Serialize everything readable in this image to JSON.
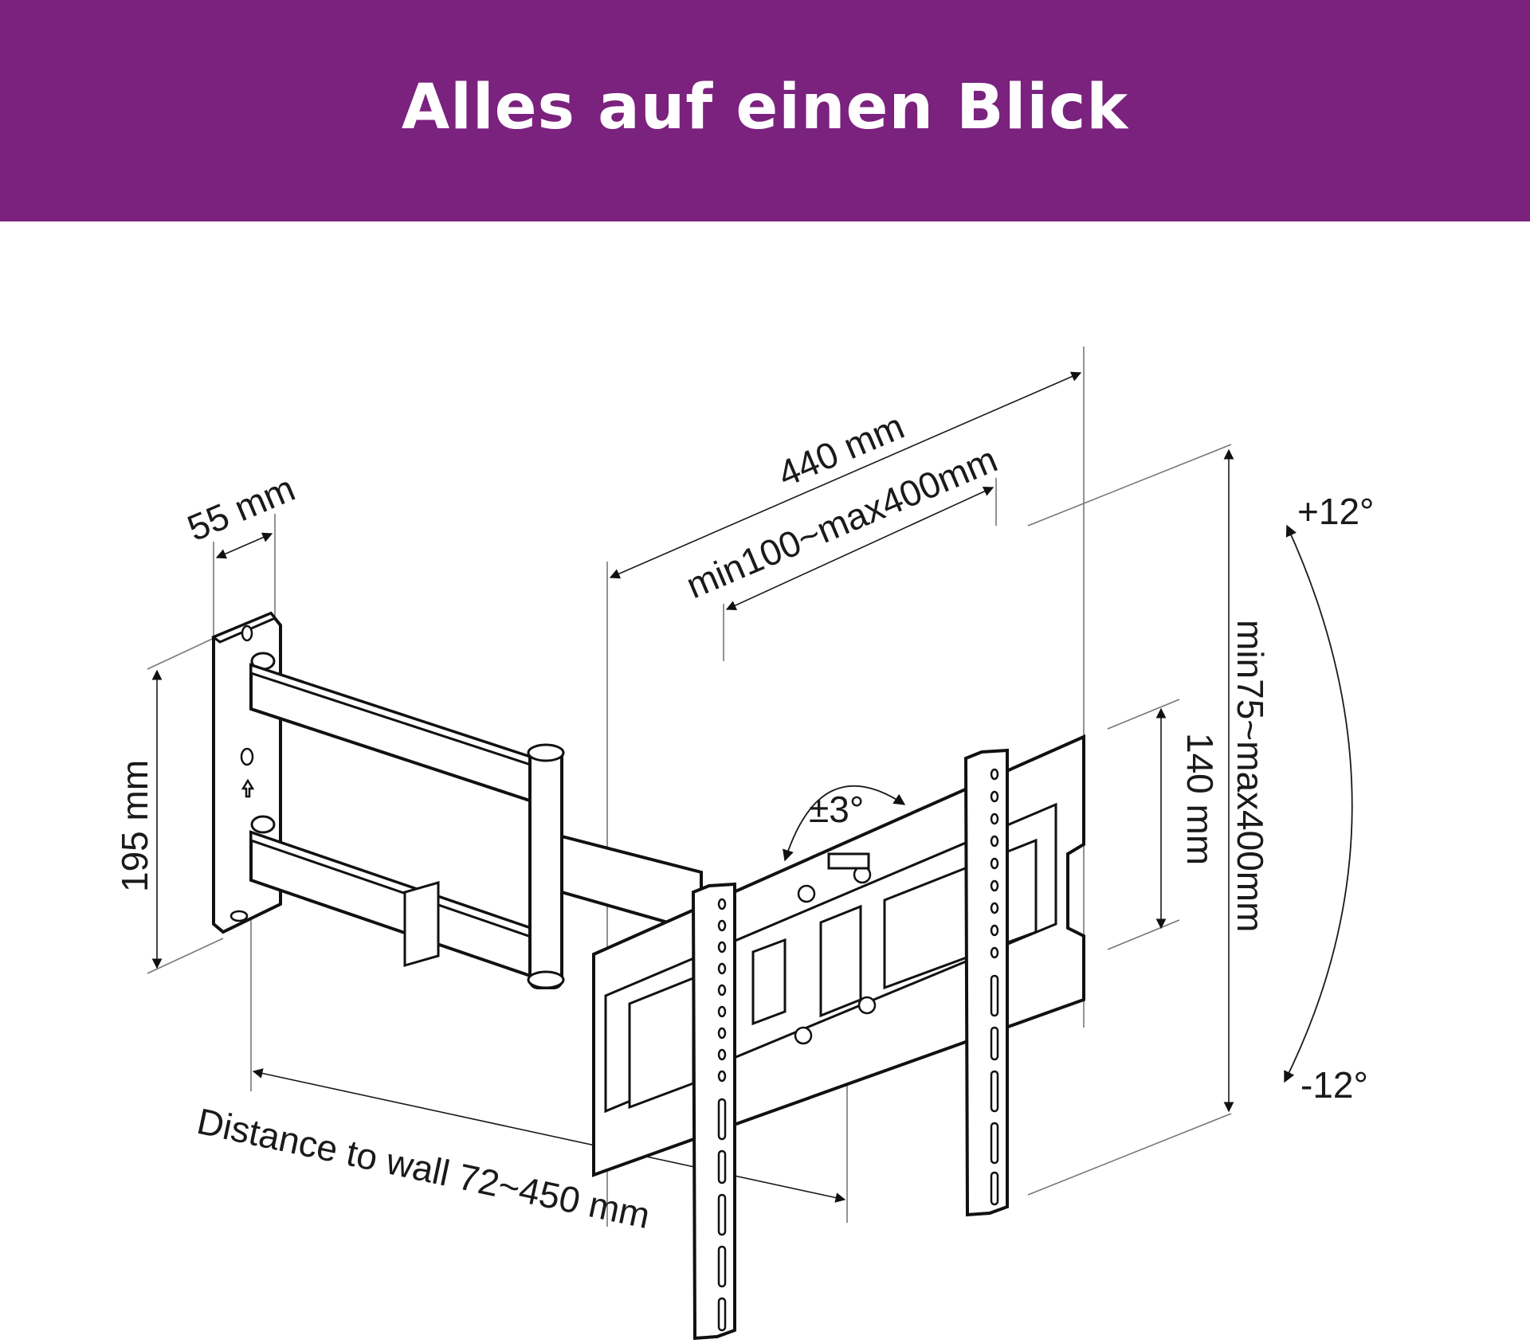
{
  "header": {
    "title": "Alles auf einen Blick",
    "background_color": "#7b217e",
    "text_color": "#ffffff"
  },
  "diagram": {
    "labels": {
      "width_total": "440 mm",
      "vesa_horizontal": "min100~max400mm",
      "vesa_vertical": "min75~max400mm",
      "plate_width": "55 mm",
      "plate_height": "195 mm",
      "inner_height": "140 mm",
      "swivel": "±3°",
      "tilt_up": "+12°",
      "tilt_down": "-12°",
      "distance": "Distance to wall 72~450 mm"
    }
  }
}
